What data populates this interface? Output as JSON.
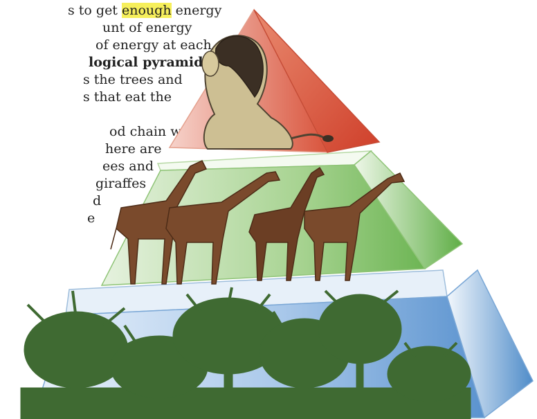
{
  "text_lines": [
    {
      "before": "s to get ",
      "highlight": "enough",
      "after": " energy"
    },
    {
      "before": "unt of energy"
    },
    {
      "before": "of energy at each"
    },
    {
      "bold": "logical pyramids",
      "after": "”."
    },
    {
      "before": "s the trees and"
    },
    {
      "before": "s that eat the"
    },
    {
      "before": "od chain will"
    },
    {
      "before": "here are"
    },
    {
      "before": "ees and"
    },
    {
      "before": " giraffes"
    },
    {
      "before": "d"
    },
    {
      "before": "e"
    }
  ],
  "colors": {
    "highlight": "#f6ef5b",
    "top_tier": "#d9543c",
    "middle_tier": "#6db554",
    "bottom_tier": "#5b93cf",
    "tree_silhouette": "#3f6a32"
  },
  "diagram": {
    "tiers": [
      {
        "level": "top",
        "organism": "lion",
        "count": 1
      },
      {
        "level": "middle",
        "organism": "giraffe",
        "count": 4
      },
      {
        "level": "bottom",
        "organism": "tree",
        "count": 6
      }
    ]
  }
}
